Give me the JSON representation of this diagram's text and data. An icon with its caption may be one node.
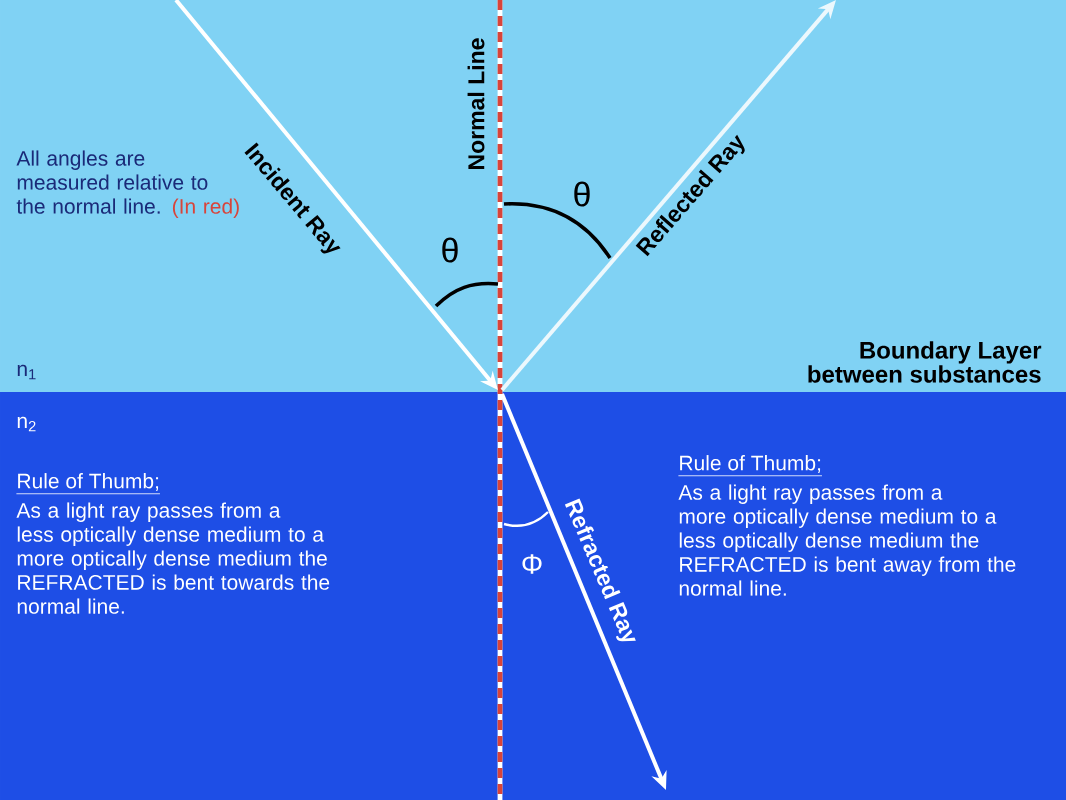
{
  "diagram": {
    "labels": [
      "Incident Ray",
      "Normal Line",
      "Reflected Ray",
      "θ",
      "θ",
      "All angles are measured relative to the normal line.",
      "(In red)",
      "Boundary Layer between substances",
      "n$_{1}$",
      "n$_{2}$",
      "Rule of Thumb;",
      "As a light ray passes from a less optically dense medium to a more optically dense medium the REFRACTED is bent towards the normal line.",
      "Refracted Ray",
      "Φ",
      "Rule of Thumb;",
      "As a light ray passes from a more optically dense medium to a less optically dense medium the REFRACTED is bent away from the normal line."
    ]
  }
}
